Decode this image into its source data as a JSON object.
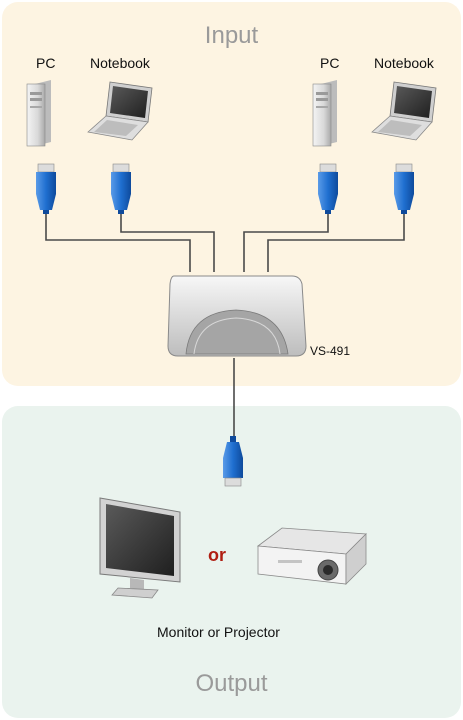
{
  "sections": {
    "input_title": "Input",
    "output_title": "Output"
  },
  "inputs": {
    "pc_left": "PC",
    "notebook_left": "Notebook",
    "pc_right": "PC",
    "notebook_right": "Notebook"
  },
  "switch": {
    "model": "VS-491"
  },
  "output": {
    "or_text": "or",
    "device_label": "Monitor or Projector"
  },
  "colors": {
    "input_bg": "#fdf4e2",
    "output_bg": "#eaf3ee",
    "connector_blue": "#1f6fd0",
    "accent_red": "#b01e12"
  }
}
